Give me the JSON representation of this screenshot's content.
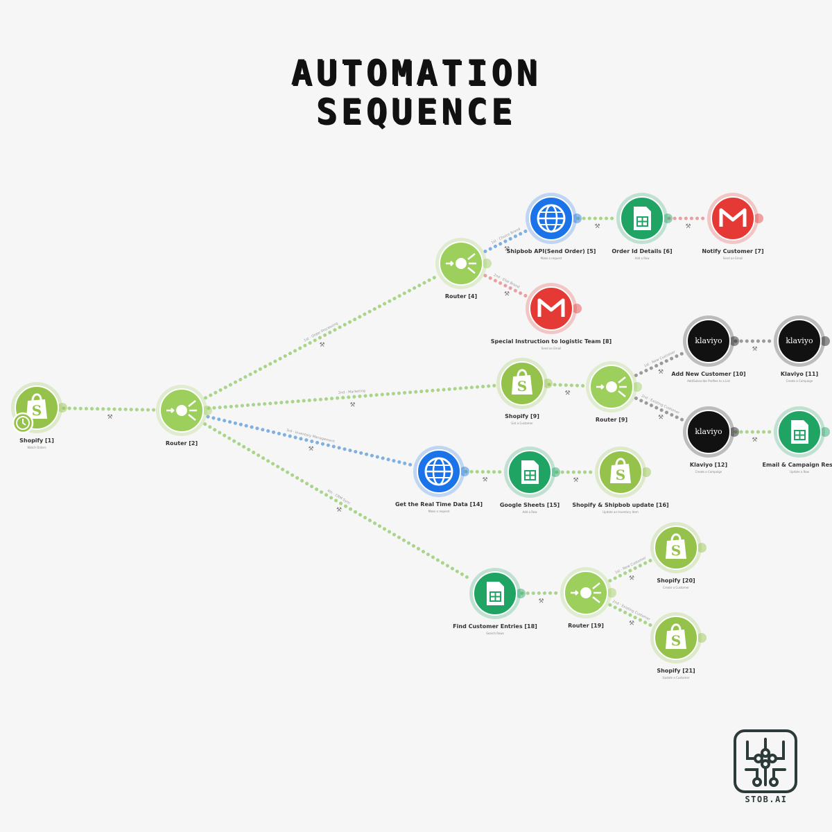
{
  "title": {
    "line1": "AUTOMATION",
    "line2": "SEQUENCE"
  },
  "colors": {
    "shopify": "#95c24a",
    "router": "#9ccf5c",
    "http": "#1a73e8",
    "sheets": "#1fa463",
    "gmail": "#e53935",
    "klaviyo": "#111111",
    "wire_green": "#a9d58a",
    "wire_blue": "#7fb0e0",
    "wire_red": "#e8a0a0",
    "wire_gray": "#9a9a9a"
  },
  "nodes": [
    {
      "id": "n1",
      "type": "shopify",
      "label": "Shopify",
      "num": "1",
      "sub": "Watch Orders",
      "trigger": true
    },
    {
      "id": "n2",
      "type": "router",
      "label": "Router",
      "num": "2",
      "sub": ""
    },
    {
      "id": "n3",
      "type": "router",
      "label": "Router",
      "num": "4",
      "sub": ""
    },
    {
      "id": "n4",
      "type": "http",
      "label": "Shipbob API(Send Order)",
      "num": "5",
      "sub": "Make a request"
    },
    {
      "id": "n5",
      "type": "sheets",
      "label": "Order Id Details",
      "num": "6",
      "sub": "Add a Row"
    },
    {
      "id": "n6",
      "type": "gmail",
      "label": "Notify Customer",
      "num": "7",
      "sub": "Send an Email"
    },
    {
      "id": "n7",
      "type": "gmail",
      "label": "Special Instruction to logistic Team",
      "num": "8",
      "sub": "Send an Email"
    },
    {
      "id": "n8",
      "type": "shopify",
      "label": "Shopify",
      "num": "9",
      "sub": "Get a Customer"
    },
    {
      "id": "n9",
      "type": "router",
      "label": "Router",
      "num": "9",
      "sub": ""
    },
    {
      "id": "n10",
      "type": "klaviyo",
      "label": "Add New Customer",
      "num": "10",
      "sub": "Add/Subscribe Profiles to a List"
    },
    {
      "id": "n11",
      "type": "klaviyo",
      "label": "Klaviyo",
      "num": "11",
      "sub": "Create a Campaign"
    },
    {
      "id": "n12",
      "type": "klaviyo",
      "label": "Klaviyo",
      "num": "12",
      "sub": "Create a Campaign"
    },
    {
      "id": "n13",
      "type": "sheets",
      "label": "Email & Campaign Resu",
      "num": "",
      "sub": "Update a Row"
    },
    {
      "id": "n14",
      "type": "http",
      "label": "Get the Real Time Data",
      "num": "14",
      "sub": "Make a request"
    },
    {
      "id": "n15",
      "type": "sheets",
      "label": "Google Sheets",
      "num": "15",
      "sub": "Add a Row"
    },
    {
      "id": "n16",
      "type": "shopify",
      "label": "Shopify & Shipbob update",
      "num": "16",
      "sub": "Update an Inventory Item"
    },
    {
      "id": "n17",
      "type": "sheets",
      "label": "Find Customer Entries",
      "num": "18",
      "sub": "Search Rows"
    },
    {
      "id": "n18",
      "type": "router",
      "label": "Router",
      "num": "19",
      "sub": ""
    },
    {
      "id": "n19",
      "type": "shopify",
      "label": "Shopify",
      "num": "20",
      "sub": "Create a Customer"
    },
    {
      "id": "n20",
      "type": "shopify",
      "label": "Shopify",
      "num": "21",
      "sub": "Update a Customer"
    }
  ],
  "edges": [
    {
      "from": "n1",
      "to": "n2",
      "color": "wire_green",
      "label": ""
    },
    {
      "from": "n2",
      "to": "n3",
      "color": "wire_green",
      "label": "1st · Order Processing"
    },
    {
      "from": "n2",
      "to": "n8",
      "color": "wire_green",
      "label": "2nd · Marketing"
    },
    {
      "from": "n2",
      "to": "n14",
      "color": "wire_blue",
      "label": "3rd · Inventory Management"
    },
    {
      "from": "n2",
      "to": "n17",
      "color": "wire_green",
      "label": "4th · CRM Sync"
    },
    {
      "from": "n3",
      "to": "n4",
      "color": "wire_blue",
      "label": "1st · Choice Brand"
    },
    {
      "from": "n3",
      "to": "n7",
      "color": "wire_red",
      "label": "2nd · Else Brand"
    },
    {
      "from": "n4",
      "to": "n5",
      "color": "wire_green",
      "label": ""
    },
    {
      "from": "n5",
      "to": "n6",
      "color": "wire_red",
      "label": ""
    },
    {
      "from": "n8",
      "to": "n9",
      "color": "wire_green",
      "label": ""
    },
    {
      "from": "n9",
      "to": "n10",
      "color": "wire_gray",
      "label": "1st · New Customer"
    },
    {
      "from": "n9",
      "to": "n12",
      "color": "wire_gray",
      "label": "2nd · Existing Customer"
    },
    {
      "from": "n10",
      "to": "n11",
      "color": "wire_gray",
      "label": ""
    },
    {
      "from": "n12",
      "to": "n13",
      "color": "wire_green",
      "label": ""
    },
    {
      "from": "n14",
      "to": "n15",
      "color": "wire_green",
      "label": ""
    },
    {
      "from": "n15",
      "to": "n16",
      "color": "wire_green",
      "label": ""
    },
    {
      "from": "n17",
      "to": "n18",
      "color": "wire_green",
      "label": ""
    },
    {
      "from": "n18",
      "to": "n19",
      "color": "wire_green",
      "label": "1st · New Customer"
    },
    {
      "from": "n18",
      "to": "n20",
      "color": "wire_green",
      "label": "2nd · Existing Customer"
    }
  ],
  "icons": {
    "shopify": "shopify-bag-icon",
    "router": "router-icon",
    "http": "globe-icon",
    "sheets": "sheets-icon",
    "gmail": "gmail-icon",
    "klaviyo": "klaviyo-logo-icon",
    "klaviyo_text": "klaviyo"
  },
  "logo": {
    "text": "STOB.AI"
  }
}
